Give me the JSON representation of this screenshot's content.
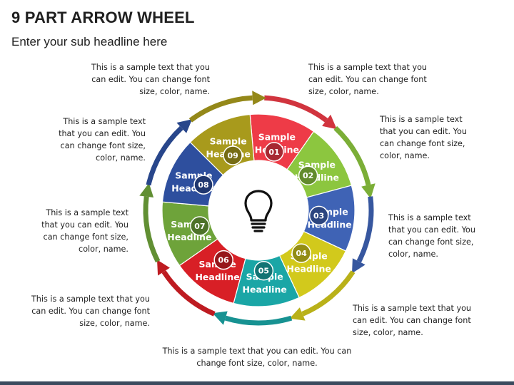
{
  "header": {
    "title": "9 PART ARROW WHEEL",
    "subtitle": "Enter your sub headline here"
  },
  "segments": [
    {
      "num": "01",
      "headline": "Sample Headline",
      "color": "#ee3b47",
      "note": "This is a sample text that you can edit. You can change font size, color, name."
    },
    {
      "num": "02",
      "headline": "Sample Headline",
      "color": "#8cc63f",
      "note": "This is a sample text that you can edit. You can change font size, color, name."
    },
    {
      "num": "03",
      "headline": "Sample Headline",
      "color": "#3f63b5",
      "note": "This is a sample text that you can edit. You can change font size, color, name."
    },
    {
      "num": "04",
      "headline": "Sample Headline",
      "color": "#d2c91c",
      "note": "This is a sample text that you can edit. You can change font size, color, name."
    },
    {
      "num": "05",
      "headline": "Sample Headline",
      "color": "#1aa6a6",
      "note": "This is a sample text that you can edit. You can change font size, color, name."
    },
    {
      "num": "06",
      "headline": "Sample Headline",
      "color": "#d81f26",
      "note": "This is a sample text that you can edit. You can change font size, color, name."
    },
    {
      "num": "07",
      "headline": "Sample Headline",
      "color": "#6ea33a",
      "note": "This is a sample text that you can edit. You can change font size, color, name."
    },
    {
      "num": "08",
      "headline": "Sample Headline",
      "color": "#2e4f9e",
      "note": "This is a sample text that you can edit. You can change font size, color, name."
    },
    {
      "num": "09",
      "headline": "Sample Headline",
      "color": "#a89a1c",
      "note": "This is a sample text that you can edit. You can change font size, color, name."
    }
  ],
  "center_icon": "lightbulb-icon"
}
